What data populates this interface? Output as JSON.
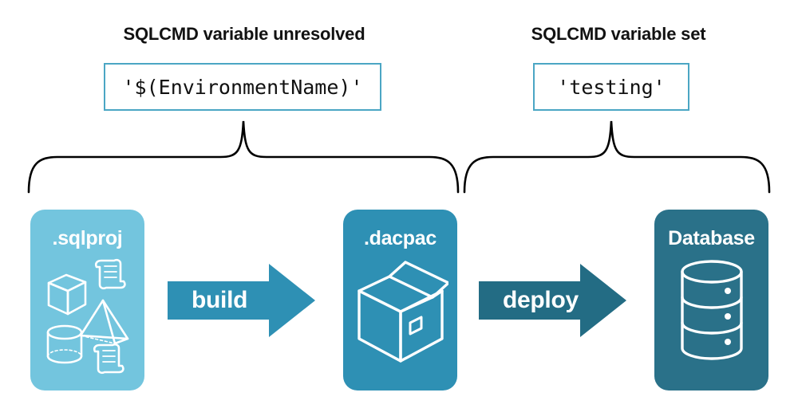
{
  "headings": {
    "left": "SQLCMD variable unresolved",
    "right": "SQLCMD variable set"
  },
  "code_values": {
    "left": "'$(EnvironmentName)'",
    "right": "'testing'"
  },
  "cards": [
    {
      "key": "sqlproj",
      "label": ".sqlproj",
      "color": "#73C5DE",
      "icons": [
        "cube-icon",
        "pyramid-icon",
        "cylinder-icon",
        "script-icon",
        "script-icon"
      ]
    },
    {
      "key": "dacpac",
      "label": ".dacpac",
      "color": "#2E90B4",
      "icons": [
        "package-box-icon"
      ]
    },
    {
      "key": "database",
      "label": "Database",
      "color": "#2A7189",
      "icons": [
        "database-cylinder-icon"
      ]
    }
  ],
  "arrows": [
    {
      "key": "build",
      "label": "build",
      "color": "#2E90B4"
    },
    {
      "key": "deploy",
      "label": "deploy",
      "color": "#236C84"
    }
  ],
  "colors": {
    "code_border": "#4BA6C4",
    "brace_stroke": "#000000",
    "text": "#121212",
    "background": "#FFFFFF"
  }
}
